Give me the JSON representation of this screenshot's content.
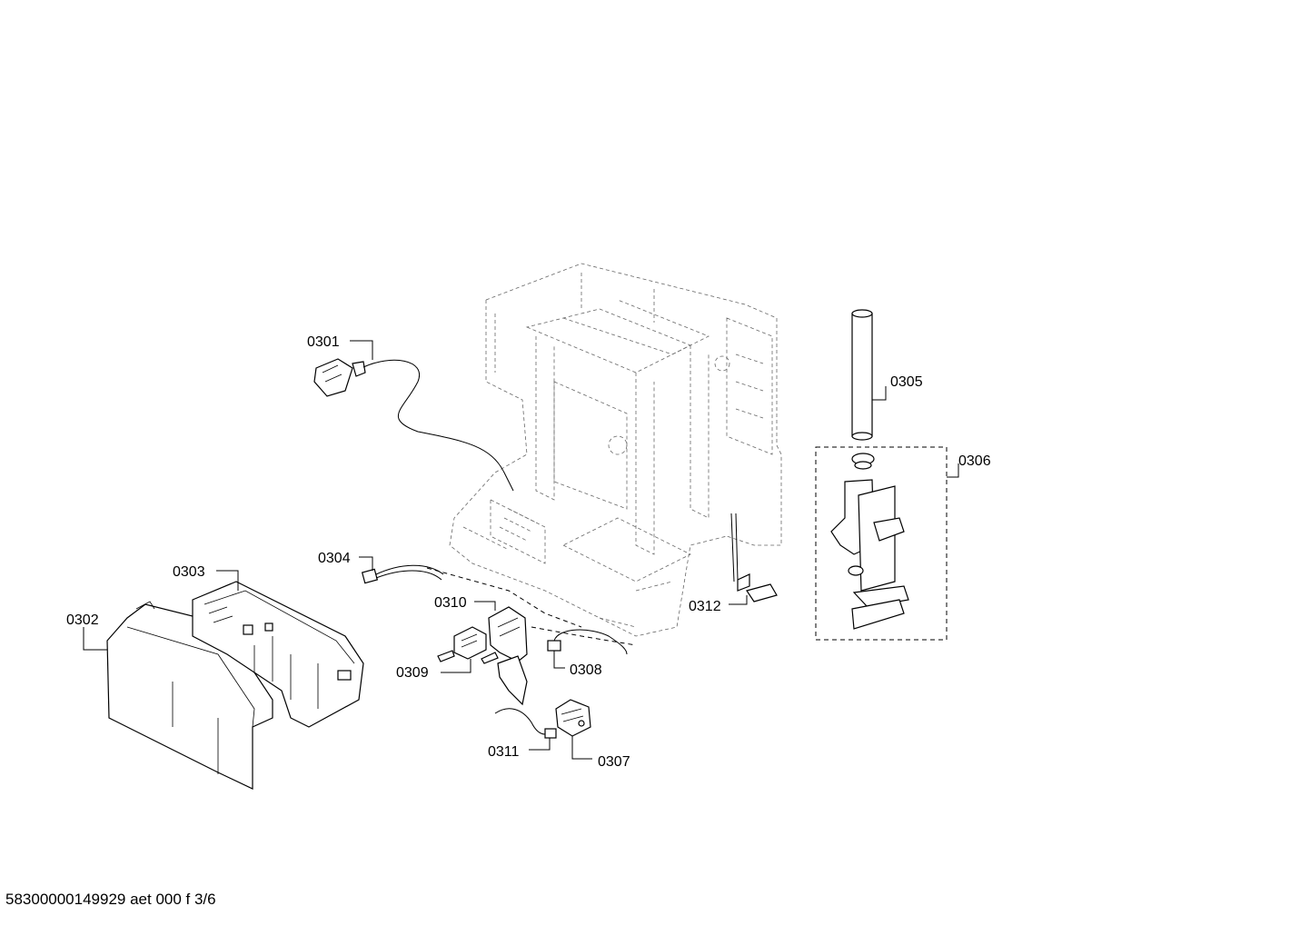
{
  "labels": {
    "p0301": "0301",
    "p0302": "0302",
    "p0303": "0303",
    "p0304": "0304",
    "p0305": "0305",
    "p0306": "0306",
    "p0307": "0307",
    "p0308": "0308",
    "p0309": "0309",
    "p0310": "0310",
    "p0311": "0311",
    "p0312": "0312"
  },
  "footer": "58300000149929 aet 000 f 3/6"
}
